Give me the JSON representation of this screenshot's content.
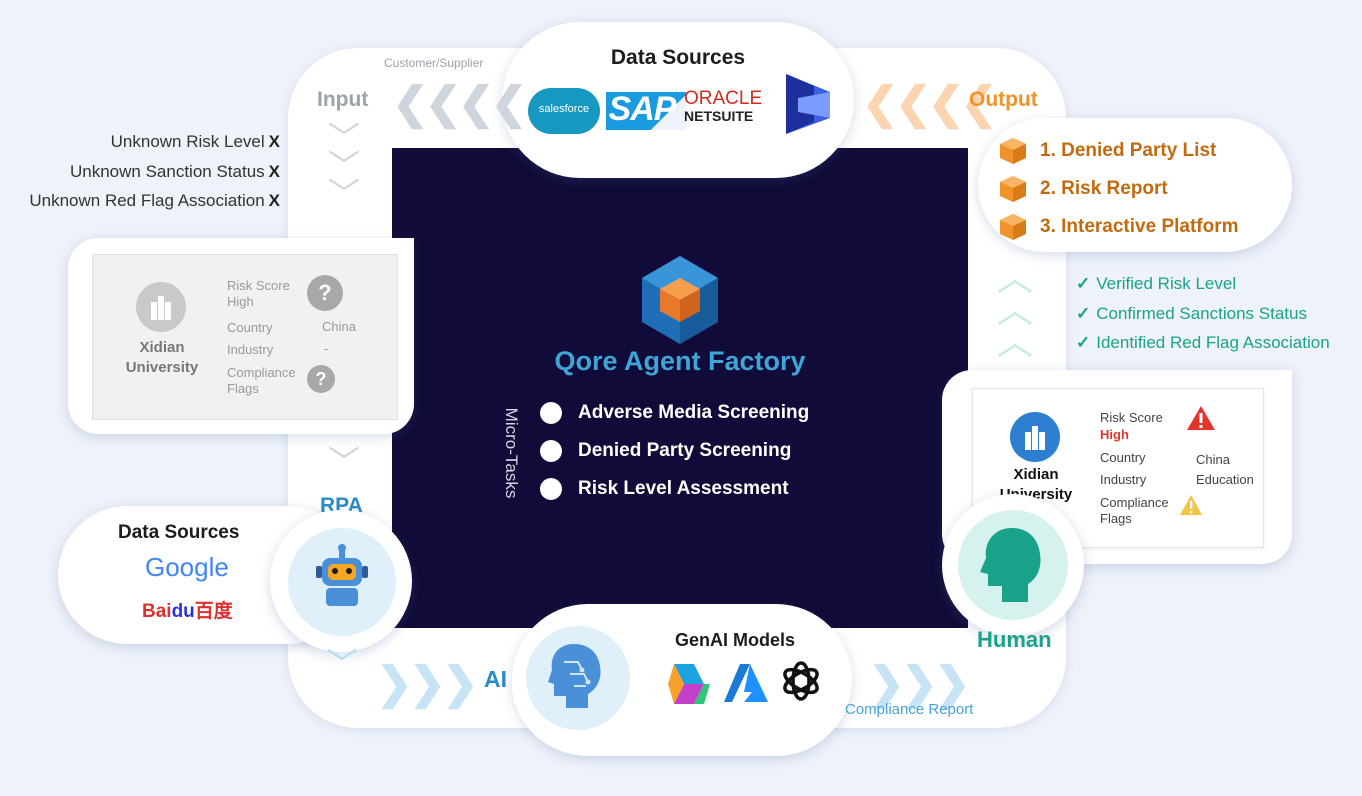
{
  "center": {
    "title": "Qore Agent Factory",
    "side_label": "Micro-Tasks",
    "tasks": [
      "Adverse Media Screening",
      "Denied Party Screening",
      "Risk Level Assessment"
    ]
  },
  "top": {
    "customer_label": "Customer/Supplier",
    "sources_title": "Data Sources",
    "logos": [
      "salesforce",
      "SAP",
      "ORACLE",
      "NETSUITE"
    ]
  },
  "input": {
    "label": "Input",
    "unknowns": [
      "Unknown Risk Level",
      "Unknown Sanction Status",
      "Unknown Red Flag Association"
    ],
    "x_mark": "X"
  },
  "card_before": {
    "name_line1": "Xidian",
    "name_line2": "University",
    "risk_label": "Risk Score",
    "risk_value": "High",
    "country_label": "Country",
    "country_value": "China",
    "industry_label": "Industry",
    "industry_value": "-",
    "flags_line1": "Compliance",
    "flags_line2": "Flags",
    "q_mark": "?"
  },
  "rpa": {
    "label": "RPA",
    "sources_title": "Data Sources",
    "google": "Google",
    "baidu": "Bai",
    "baidu_paw": "du",
    "baidu_cn": "百度"
  },
  "ai": {
    "label": "AI",
    "models_title": "GenAI Models"
  },
  "output": {
    "label": "Output",
    "items": [
      "1. Denied Party List",
      "2. Risk Report",
      "3. Interactive Platform"
    ],
    "verified": [
      "Verified Risk Level",
      "Confirmed Sanctions Status",
      "Identified Red Flag Association"
    ],
    "check": "✓"
  },
  "card_after": {
    "name_line1": "Xidian",
    "name_line2": "University",
    "risk_label": "Risk Score",
    "risk_value": "High",
    "country_label": "Country",
    "country_value": "China",
    "industry_label": "Industry",
    "industry_value": "Education",
    "flags_line1": "Compliance",
    "flags_line2": "Flags"
  },
  "human": {
    "label": "Human",
    "compliance_report": "Compliance Report"
  },
  "colors": {
    "navy": "#100b38",
    "accent_blue": "#3fa4d6",
    "output_orange": "#f0932b",
    "human_teal": "#1aa38a",
    "risk_red": "#e2362b"
  }
}
